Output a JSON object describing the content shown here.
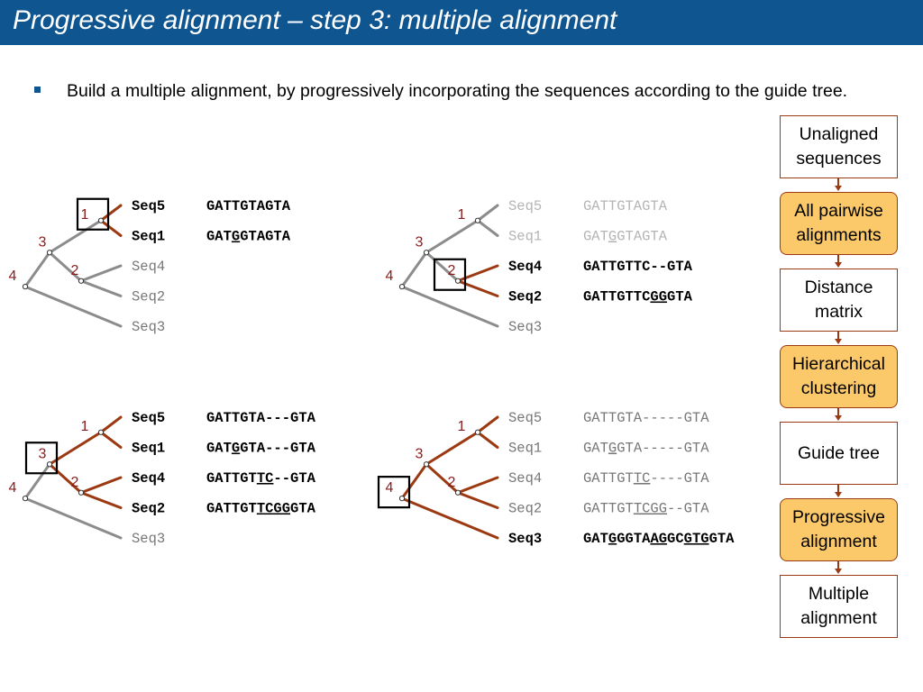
{
  "slide": {
    "title": "Progressive alignment – step 3: multiple alignment",
    "bullet": "Build a multiple alignment, by progressively incorporating the sequences according to the guide tree."
  },
  "colors": {
    "title_bar": "#0f5690",
    "tree_active": "#9b3a12",
    "tree_inactive": "#8c8c8c",
    "node_label": "#8b1a1a",
    "highlight_box": "#fbc86a",
    "inactive_text": "#777777",
    "faded_text": "#b4b4b4"
  },
  "panels": [
    {
      "node_labels": [
        "1",
        "3",
        "2",
        "4"
      ],
      "boxed_node": "1",
      "rows": [
        {
          "name": "Seq5",
          "style": "bold",
          "segments": [
            {
              "t": "GATTGTAGTA",
              "u": false
            }
          ]
        },
        {
          "name": "Seq1",
          "style": "bold",
          "segments": [
            {
              "t": "GAT",
              "u": false
            },
            {
              "t": "G",
              "u": true
            },
            {
              "t": "GTAGTA",
              "u": false
            }
          ]
        },
        {
          "name": "Seq4",
          "style": "gray",
          "segments": []
        },
        {
          "name": "Seq2",
          "style": "gray",
          "segments": []
        },
        {
          "name": "Seq3",
          "style": "gray",
          "segments": []
        }
      ]
    },
    {
      "node_labels": [
        "1",
        "3",
        "2",
        "4"
      ],
      "boxed_node": "2",
      "rows": [
        {
          "name": "Seq5",
          "style": "faded",
          "segments": [
            {
              "t": "GATTGTAGTA",
              "u": false
            }
          ]
        },
        {
          "name": "Seq1",
          "style": "faded",
          "segments": [
            {
              "t": "GAT",
              "u": false
            },
            {
              "t": "G",
              "u": true
            },
            {
              "t": "GTAGTA",
              "u": false
            }
          ]
        },
        {
          "name": "Seq4",
          "style": "bold",
          "segments": [
            {
              "t": "GATTGTTC--GTA",
              "u": false
            }
          ]
        },
        {
          "name": "Seq2",
          "style": "bold",
          "segments": [
            {
              "t": "GATTGTTC",
              "u": false
            },
            {
              "t": "GG",
              "u": true
            },
            {
              "t": "GTA",
              "u": false
            }
          ]
        },
        {
          "name": "Seq3",
          "style": "gray",
          "segments": []
        }
      ]
    },
    {
      "node_labels": [
        "1",
        "3",
        "2",
        "4"
      ],
      "boxed_node": "3",
      "rows": [
        {
          "name": "Seq5",
          "style": "bold",
          "segments": [
            {
              "t": "GATTGTA---GTA",
              "u": false
            }
          ]
        },
        {
          "name": "Seq1",
          "style": "bold",
          "segments": [
            {
              "t": "GAT",
              "u": false
            },
            {
              "t": "G",
              "u": true
            },
            {
              "t": "GTA---GTA",
              "u": false
            }
          ]
        },
        {
          "name": "Seq4",
          "style": "bold",
          "segments": [
            {
              "t": "GATTGT",
              "u": false
            },
            {
              "t": "TC",
              "u": true
            },
            {
              "t": "--GTA",
              "u": false
            }
          ]
        },
        {
          "name": "Seq2",
          "style": "bold",
          "segments": [
            {
              "t": "GATTGT",
              "u": false
            },
            {
              "t": "TCGG",
              "u": true
            },
            {
              "t": "GTA",
              "u": false
            }
          ]
        },
        {
          "name": "Seq3",
          "style": "gray",
          "segments": []
        }
      ]
    },
    {
      "node_labels": [
        "1",
        "3",
        "2",
        "4"
      ],
      "boxed_node": "4",
      "rows": [
        {
          "name": "Seq5",
          "style": "gray",
          "segments": [
            {
              "t": "GATTGTA-----GTA",
              "u": false
            }
          ]
        },
        {
          "name": "Seq1",
          "style": "gray",
          "segments": [
            {
              "t": "GAT",
              "u": false
            },
            {
              "t": "G",
              "u": true
            },
            {
              "t": "GTA-----GTA",
              "u": false
            }
          ]
        },
        {
          "name": "Seq4",
          "style": "gray",
          "segments": [
            {
              "t": "GATTGT",
              "u": false
            },
            {
              "t": "TC",
              "u": true
            },
            {
              "t": "----GTA",
              "u": false
            }
          ]
        },
        {
          "name": "Seq2",
          "style": "gray",
          "segments": [
            {
              "t": "GATTGT",
              "u": false
            },
            {
              "t": "TCGG",
              "u": true
            },
            {
              "t": "--GTA",
              "u": false
            }
          ]
        },
        {
          "name": "Seq3",
          "style": "bold",
          "segments": [
            {
              "t": "GAT",
              "u": false
            },
            {
              "t": "G",
              "u": true
            },
            {
              "t": "GGTA",
              "u": false
            },
            {
              "t": "AG",
              "u": true
            },
            {
              "t": "GC",
              "u": false
            },
            {
              "t": "GTG",
              "u": true
            },
            {
              "t": "GTA",
              "u": false
            }
          ]
        }
      ]
    }
  ],
  "flowchart": [
    {
      "label": "Unaligned sequences",
      "highlight": false
    },
    {
      "label": "All pairwise alignments",
      "highlight": true
    },
    {
      "label": "Distance matrix",
      "highlight": false
    },
    {
      "label": "Hierarchical clustering",
      "highlight": true
    },
    {
      "label": "Guide tree",
      "highlight": false
    },
    {
      "label": "Progressive alignment",
      "highlight": true
    },
    {
      "label": "Multiple alignment",
      "highlight": false
    }
  ]
}
